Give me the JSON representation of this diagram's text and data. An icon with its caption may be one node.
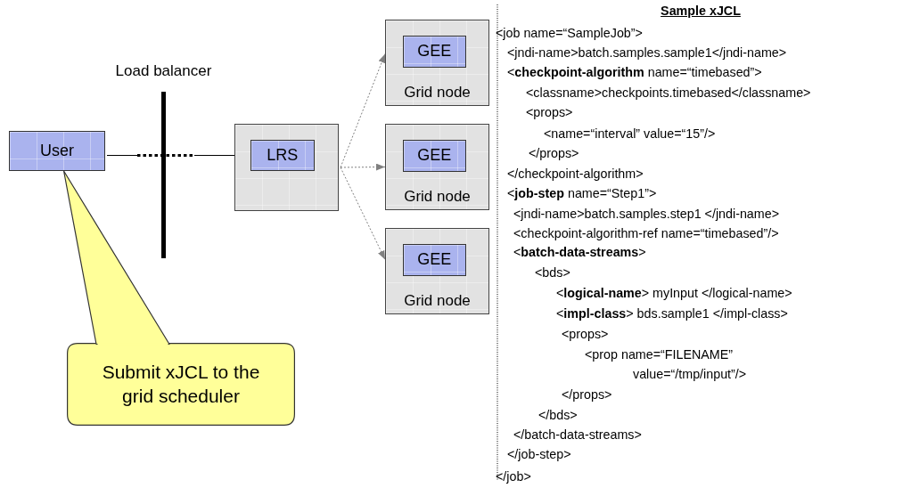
{
  "diagram": {
    "nodes": [
      {
        "text": [
          "User"
        ]
      },
      {
        "text": [
          "Submit xJCL to the grid scheduler"
        ]
      },
      {
        "text": [
          "Load balancer"
        ]
      },
      {
        "text": [],
        "shape": "box"
      },
      {
        "text": [
          "LRS"
        ],
        "in": 3
      },
      {
        "text": [
          "Grid node"
        ]
      },
      {
        "text": [
          "GEE"
        ],
        "in": 5
      },
      {
        "text": [
          "Grid node"
        ]
      },
      {
        "text": [
          "GEE"
        ],
        "in": 7
      },
      {
        "text": [
          "Grid node"
        ]
      },
      {
        "text": [
          "GEE"
        ],
        "in": 9
      }
    ],
    "edges": [
      {
        "from": 0,
        "to": 4,
        "arrow": "to",
        "color": "#000000"
      },
      {
        "from": 3,
        "to": 5,
        "arrow": "to",
        "style": "dashed"
      },
      {
        "from": 3,
        "to": 7,
        "arrow": "to",
        "style": "dashed"
      },
      {
        "from": 3,
        "to": 9,
        "arrow": "to",
        "style": "dashed"
      },
      {
        "from": 1,
        "to": 0,
        "arrow": "to",
        "color": "#333333"
      }
    ],
    "labels": [
      "Sample xJCL",
      "<job name=“SampleJob”>",
      "<jndi-name>batch.samples.sample1</jndi-name>",
      "<**checkpoint-algorithm** name=“timebased”>",
      "<classname>checkpoints.timebased</classname>",
      "<props>",
      "<name=“interval” value=“15”/>",
      "</props>",
      "</checkpoint-algorithm>",
      "<**job-step** name=“Step1”>",
      "<jndi-name>batch.samples.step1 </jndi-name>",
      "<checkpoint-algorithm-ref name=“timebased”/>",
      "<**batch-data-streams**>",
      "<bds>",
      "<**logical-name**> myInput </logical-name>",
      "<**impl-class**> bds.sample1 </impl-class>",
      "<props>",
      "<prop name=“FILENAME”",
      "value=“/tmp/input”/>",
      "</props>",
      "</bds>",
      "</batch-data-streams>",
      "</job-step>",
      "</job>"
    ]
  }
}
